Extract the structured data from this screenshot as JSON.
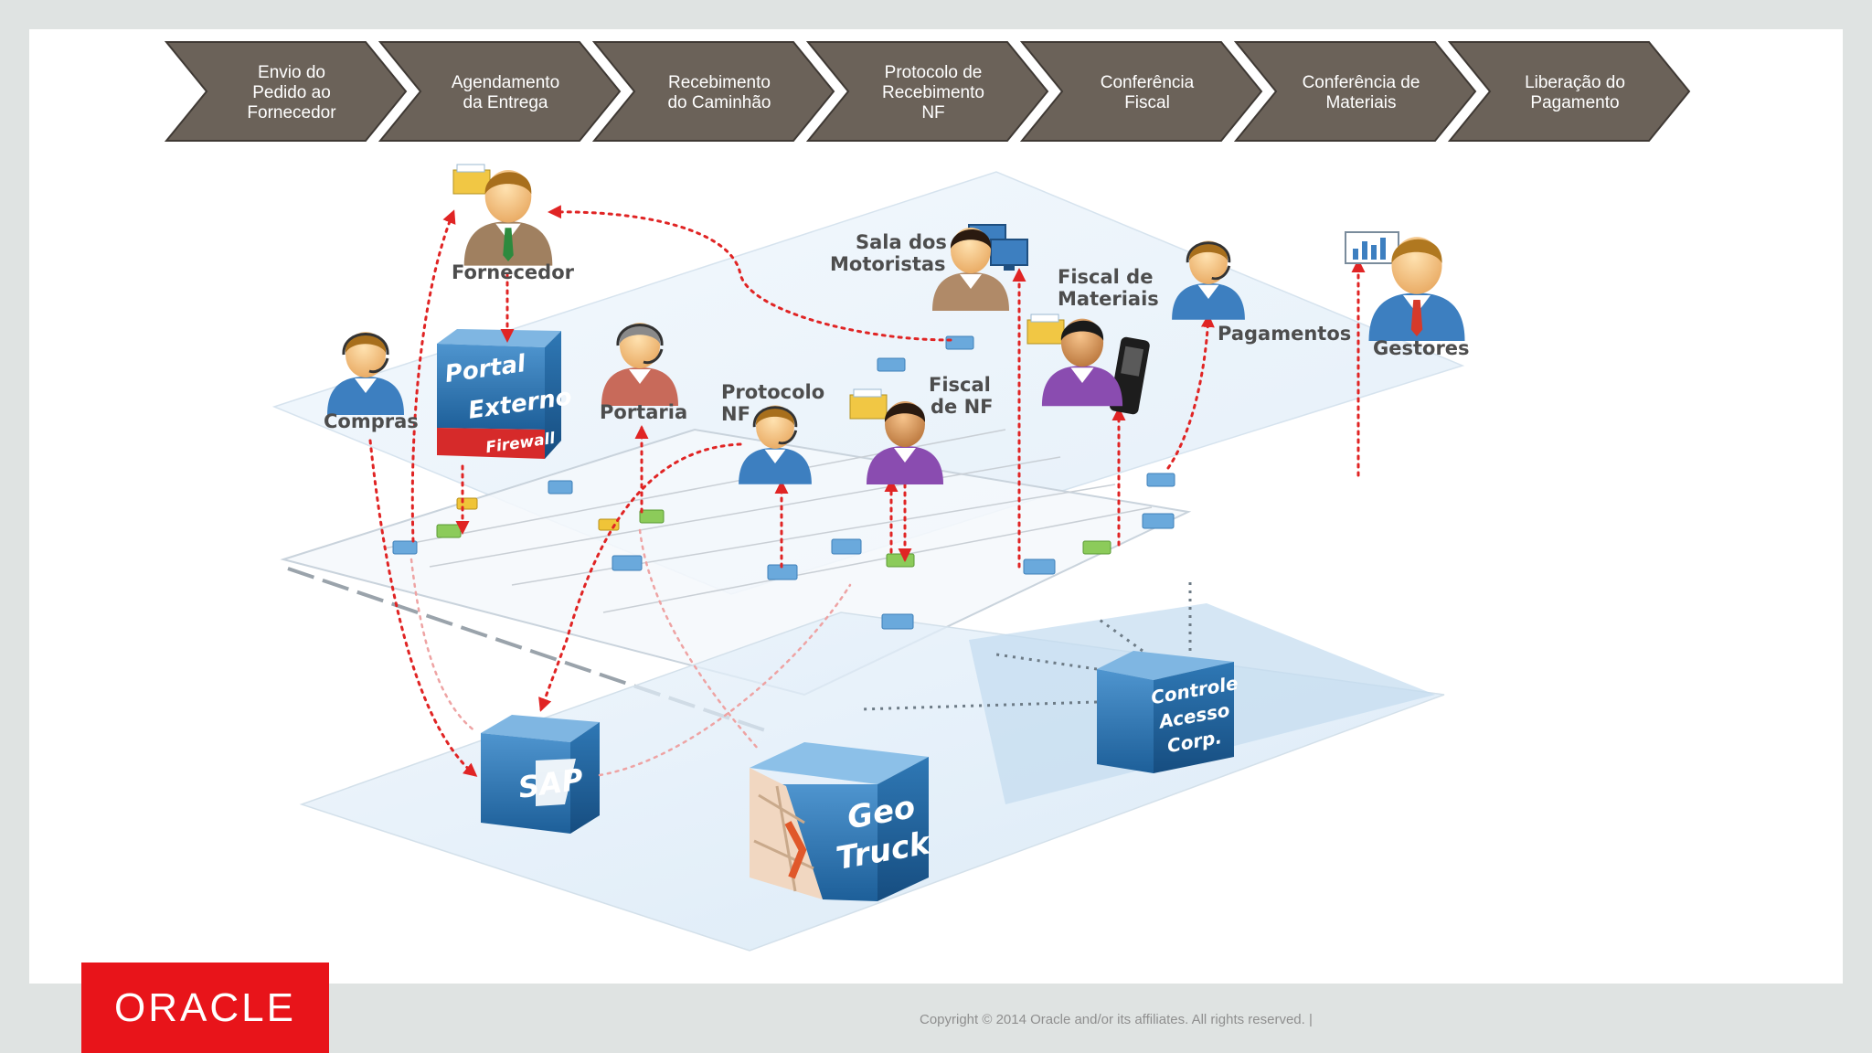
{
  "process_steps": [
    {
      "lines": [
        "Envio do",
        "Pedido ao",
        "Fornecedor"
      ]
    },
    {
      "lines": [
        "Agendamento",
        "da Entrega"
      ]
    },
    {
      "lines": [
        "Recebimento",
        "do Caminhão"
      ]
    },
    {
      "lines": [
        "Protocolo de",
        "Recebimento",
        "NF"
      ]
    },
    {
      "lines": [
        "Conferência",
        "Fiscal"
      ]
    },
    {
      "lines": [
        "Conferência de",
        "Materiais"
      ]
    },
    {
      "lines": [
        "Liberação do",
        "Pagamento"
      ]
    }
  ],
  "actors": {
    "fornecedor": {
      "lines": [
        "Fornecedor"
      ]
    },
    "compras": {
      "lines": [
        "Compras"
      ]
    },
    "portaria": {
      "lines": [
        "Portaria"
      ]
    },
    "protocolo_nf": {
      "lines": [
        "Protocolo",
        "NF"
      ]
    },
    "fiscal_nf": {
      "lines": [
        "Fiscal",
        "de NF"
      ]
    },
    "sala_motoristas": {
      "lines": [
        "Sala dos",
        "Motoristas"
      ]
    },
    "fiscal_materiais": {
      "lines": [
        "Fiscal de",
        "Materiais"
      ]
    },
    "pagamentos": {
      "lines": [
        "Pagamentos"
      ]
    },
    "gestores": {
      "lines": [
        "Gestores"
      ]
    }
  },
  "systems": {
    "portal": {
      "lines": [
        "Portal",
        "Externo"
      ],
      "badge": "Firewall"
    },
    "sap": {
      "label": "SAP"
    },
    "geotruck": {
      "lines": [
        "Geo",
        "Truck"
      ]
    },
    "controle": {
      "lines": [
        "Controle",
        "Acesso",
        "Corp."
      ]
    }
  },
  "footer": {
    "brand": "ORACLE",
    "copyright": "Copyright © 2014 Oracle and/or its affiliates. All rights reserved.  |"
  },
  "colors": {
    "chevron": "#6b6259",
    "flow_arrow": "#e02424",
    "cube_blue": "#2f78b5",
    "brand_red": "#e8141a"
  }
}
